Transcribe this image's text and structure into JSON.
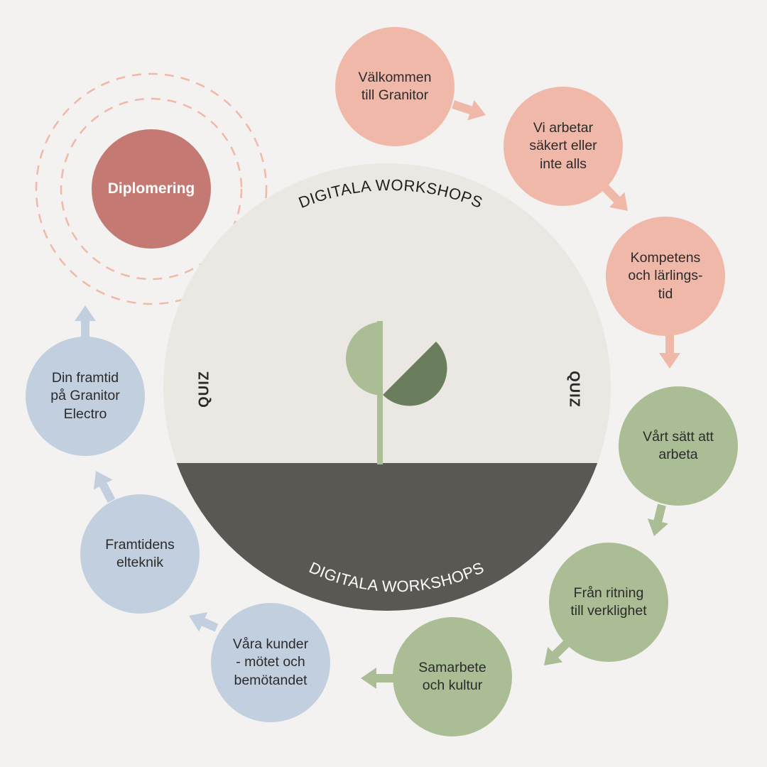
{
  "colors": {
    "background": "#f3f2f0",
    "hub_top": "#ebe8e3",
    "hub_bottom": "#5a5853",
    "pink": "#f0b8a9",
    "green": "#aabd95",
    "blue": "#c1cfdf",
    "diploma": "#c47a72",
    "dashed_ring": "#f0b8a9",
    "leaf_light": "#aabd95",
    "leaf_dark": "#6a7d5c"
  },
  "hub": {
    "title_top": "DIGITALA WORKSHOPS",
    "title_bottom": "DIGITALA WORKSHOPS",
    "quiz_left": "QUIZ",
    "quiz_right": "QUIZ",
    "center_icon": "sprout-icon"
  },
  "steps": [
    {
      "id": "valkommen",
      "lines": [
        "Välkommen",
        "till Granitor"
      ],
      "color": "pink"
    },
    {
      "id": "sakert",
      "lines": [
        "Vi arbetar",
        "säkert eller",
        "inte alls"
      ],
      "color": "pink"
    },
    {
      "id": "kompetens",
      "lines": [
        "Kompetens",
        "och lärlings-",
        "tid"
      ],
      "color": "pink"
    },
    {
      "id": "satt",
      "lines": [
        "Vårt sätt att",
        "arbeta"
      ],
      "color": "green"
    },
    {
      "id": "ritning",
      "lines": [
        "Från ritning",
        "till verklighet"
      ],
      "color": "green"
    },
    {
      "id": "samarbete",
      "lines": [
        "Samarbete",
        "och kultur"
      ],
      "color": "green"
    },
    {
      "id": "kunder",
      "lines": [
        "Våra kunder",
        "- mötet och",
        "bemötandet"
      ],
      "color": "blue"
    },
    {
      "id": "elteknik",
      "lines": [
        "Framtidens",
        "elteknik"
      ],
      "color": "blue"
    },
    {
      "id": "framtid",
      "lines": [
        "Din framtid",
        "på Granitor",
        "Electro"
      ],
      "color": "blue"
    }
  ],
  "final": {
    "id": "diplomering",
    "label": "Diplomering",
    "color": "diploma"
  },
  "arrow_icon": "arrow-icon"
}
